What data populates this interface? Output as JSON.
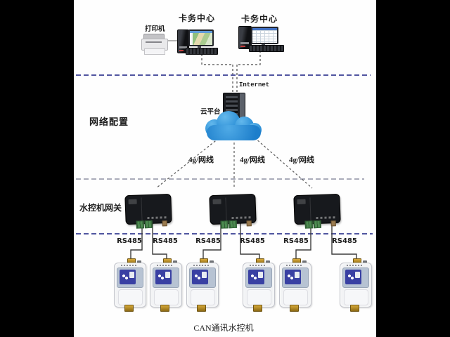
{
  "top": {
    "printer_label": "打印机",
    "card_centers": [
      {
        "label": "卡务中心"
      },
      {
        "label": "卡务中心"
      }
    ]
  },
  "network": {
    "section_label": "网络配置",
    "internet_label": "Internet",
    "cloud_platform_label": "云平台",
    "link_labels": [
      "4g/网线",
      "4g/网线",
      "4g/网线"
    ]
  },
  "gateways": {
    "section_label": "水控机网关",
    "count": 3
  },
  "controllers": {
    "bus_labels": [
      "RS485",
      "RS485",
      "RS485",
      "RS485",
      "RS485",
      "RS485"
    ],
    "bottom_label": "CAN通讯水控机",
    "count": 6
  },
  "colors": {
    "divider_blue": "#5055a0",
    "divider_gray": "#8d90a4",
    "cloud_blue": "#2f97dd",
    "terminal_green": "#4c8b50",
    "connector_gold": "#b8860b",
    "sticker_blue": "#3940a3",
    "side_panel_black": "#000000"
  }
}
